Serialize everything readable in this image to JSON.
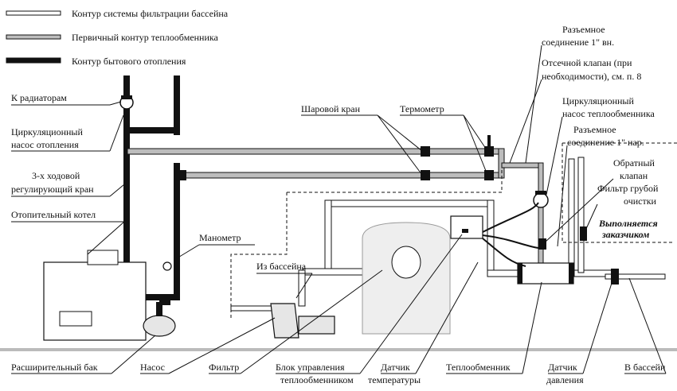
{
  "legend": [
    {
      "id": "filter",
      "label": "Контур системы фильтрации бассейна"
    },
    {
      "id": "primary",
      "label": "Первичный контур теплообменника"
    },
    {
      "id": "heating",
      "label": "Контур бытового отопления"
    }
  ],
  "labels": {
    "to_radiators": "К радиаторам",
    "heating_pump_1": "Циркуляционный",
    "heating_pump_2": "насос отопления",
    "three_way_1": "3-х ходовой",
    "three_way_2": "регулирующий кран",
    "boiler": "Отопительный котел",
    "manometer": "Манометр",
    "from_pool": "Из бассейна",
    "ball_valve": "Шаровой кран",
    "thermometer": "Термометр",
    "detach_in_1": "Разъемное",
    "detach_in_2": "соединение 1\" вн.",
    "shutoff_1": "Отсечной клапан (при",
    "shutoff_2": "необходимости), см. п. 8",
    "hx_pump_1": "Циркуляционный",
    "hx_pump_2": "насос теплообменника",
    "detach_out_1": "Разъемное",
    "detach_out_2": "соединение 1\" нар.",
    "check_1": "Обратный",
    "check_2": "клапан",
    "coarse_1": "Фильтр грубой",
    "coarse_2": "очистки",
    "customer_1": "Выполняется",
    "customer_2": "заказчиком",
    "expansion_tank": "Расширительный бак",
    "pump": "Насос",
    "filter": "Фильтр",
    "control_1": "Блок управления",
    "control_2": "теплообменником",
    "temp_sensor_1": "Датчик",
    "temp_sensor_2": "температуры",
    "heat_exchanger": "Теплообменник",
    "pressure_1": "Датчик",
    "pressure_2": "давления",
    "to_pool": "В бассейн"
  },
  "colors": {
    "line": "#111111",
    "pipe_fill": "#ffffff",
    "primary_fill": "#bdbdbd",
    "heating_fill": "#111111",
    "tank_fill": "#e6e6e6",
    "floor": "#bbbbbb"
  }
}
